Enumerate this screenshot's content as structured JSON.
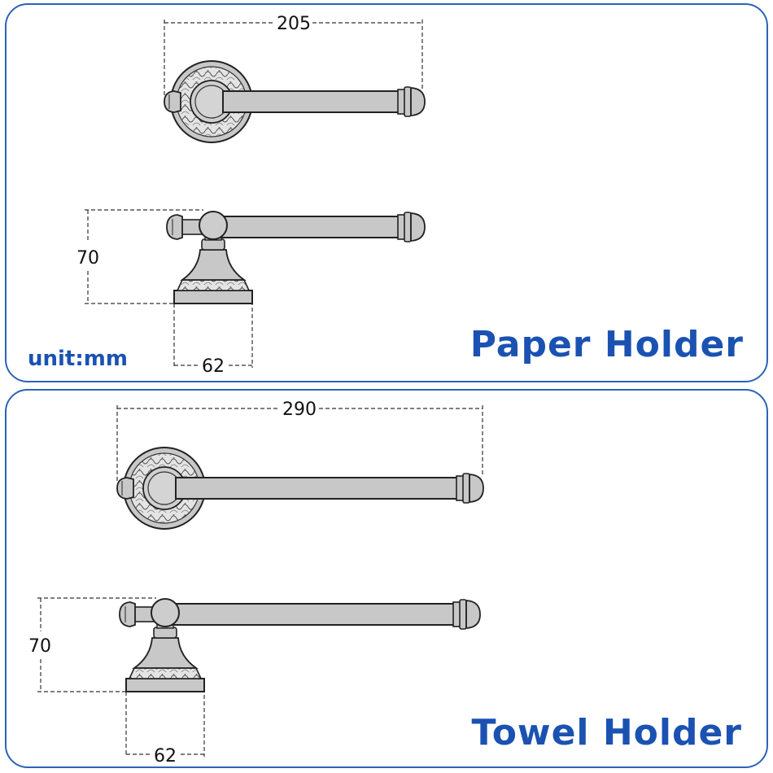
{
  "paper_holder": {
    "title": "Paper Holder",
    "unit_label": "unit:mm",
    "dim_length": "205",
    "dim_height": "70",
    "dim_base": "62"
  },
  "towel_holder": {
    "title": "Towel Holder",
    "dim_length": "290",
    "dim_height": "70",
    "dim_base": "62"
  },
  "colors": {
    "accent": "#1b52b2",
    "border": "#2b63b8",
    "fixture": "#c8c8c8",
    "outline": "#222222"
  }
}
